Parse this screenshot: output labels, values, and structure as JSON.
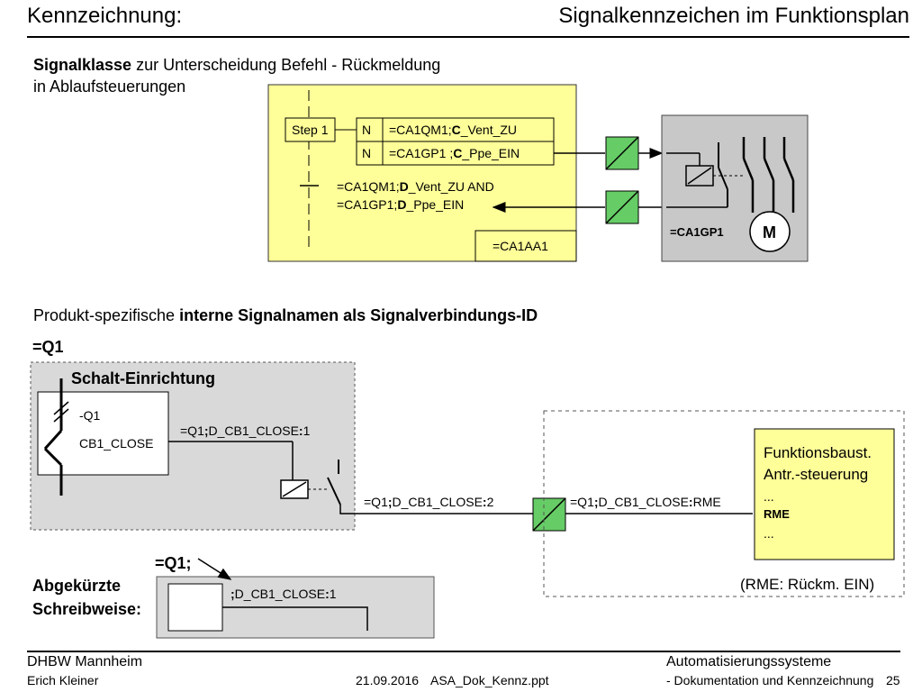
{
  "header": {
    "left_title": "Kennzeichnung:",
    "right_title": "Signalkennzeichen im Funktionsplan"
  },
  "section1": {
    "bold": "Signalklasse",
    "rest": " zur Unterscheidung Befehl - Rückmeldung",
    "line2": "in Ablaufsteuerungen"
  },
  "sfc": {
    "step_label": "Step 1",
    "actions": [
      {
        "qualifier": "N",
        "prefix": "=CA1QM1;",
        "cls": "C",
        "suffix": "_Vent_ZU"
      },
      {
        "qualifier": "N",
        "prefix": "=CA1GP1 ;",
        "cls": "C",
        "suffix": "_Ppe_EIN"
      }
    ],
    "transition": [
      {
        "prefix": "=CA1QM1;",
        "cls": "D",
        "suffix": "_Vent_ZU  AND"
      },
      {
        "prefix": "=CA1GP1;",
        "cls": "D",
        "suffix": "_Ppe_EIN"
      }
    ],
    "box_id": "=CA1AA1"
  },
  "motor": {
    "id": "=CA1GP1",
    "symbol": "M"
  },
  "section2": {
    "normal": "Produkt-spezifische ",
    "bold": "interne Signalnamen als Signalverbindungs-ID"
  },
  "q1": {
    "heading": "=Q1",
    "group_title": "Schalt-Einrichtung",
    "device_tag": "-Q1",
    "device_name": "CB1_CLOSE",
    "signal1": {
      "a": "=Q1",
      "b": ";",
      "c": "D_CB1_CLOSE",
      "d": ":",
      "e": "1"
    },
    "signal2": {
      "a": "=Q1",
      "b": ";",
      "c": "D_CB1_CLOSE",
      "d": ":",
      "e": "2"
    },
    "signal3": {
      "a": "=Q1",
      "b": ";",
      "c": "D_CB1_CLOSE",
      "d": ":",
      "e": "RME"
    }
  },
  "fb": {
    "line1": "Funktionsbaust.",
    "line2": "Antr.-steuerung",
    "line3": "...",
    "line4": "RME",
    "line5": "...",
    "note": "(RME: Rückm. EIN)"
  },
  "abbrev": {
    "label1": "Abgekürzte",
    "label2": "Schreibweise:",
    "callout": "=Q1;",
    "signal": {
      "b": ";",
      "c": "D_CB1_CLOSE",
      "d": ":",
      "e": "1"
    }
  },
  "footer": {
    "org": "DHBW  Mannheim",
    "author": "Erich Kleiner",
    "date": "21.09.2016",
    "file": "ASA_Dok_Kennz.ppt",
    "course": "Automatisierungssysteme",
    "topic": "- Dokumentation und Kennzeichnung",
    "page": "25"
  },
  "colors": {
    "sfc_fill": "#ffff99",
    "motor_panel": "#c8c8c8",
    "coupler": "#66cc66",
    "group_fill": "#d9d9d9"
  }
}
